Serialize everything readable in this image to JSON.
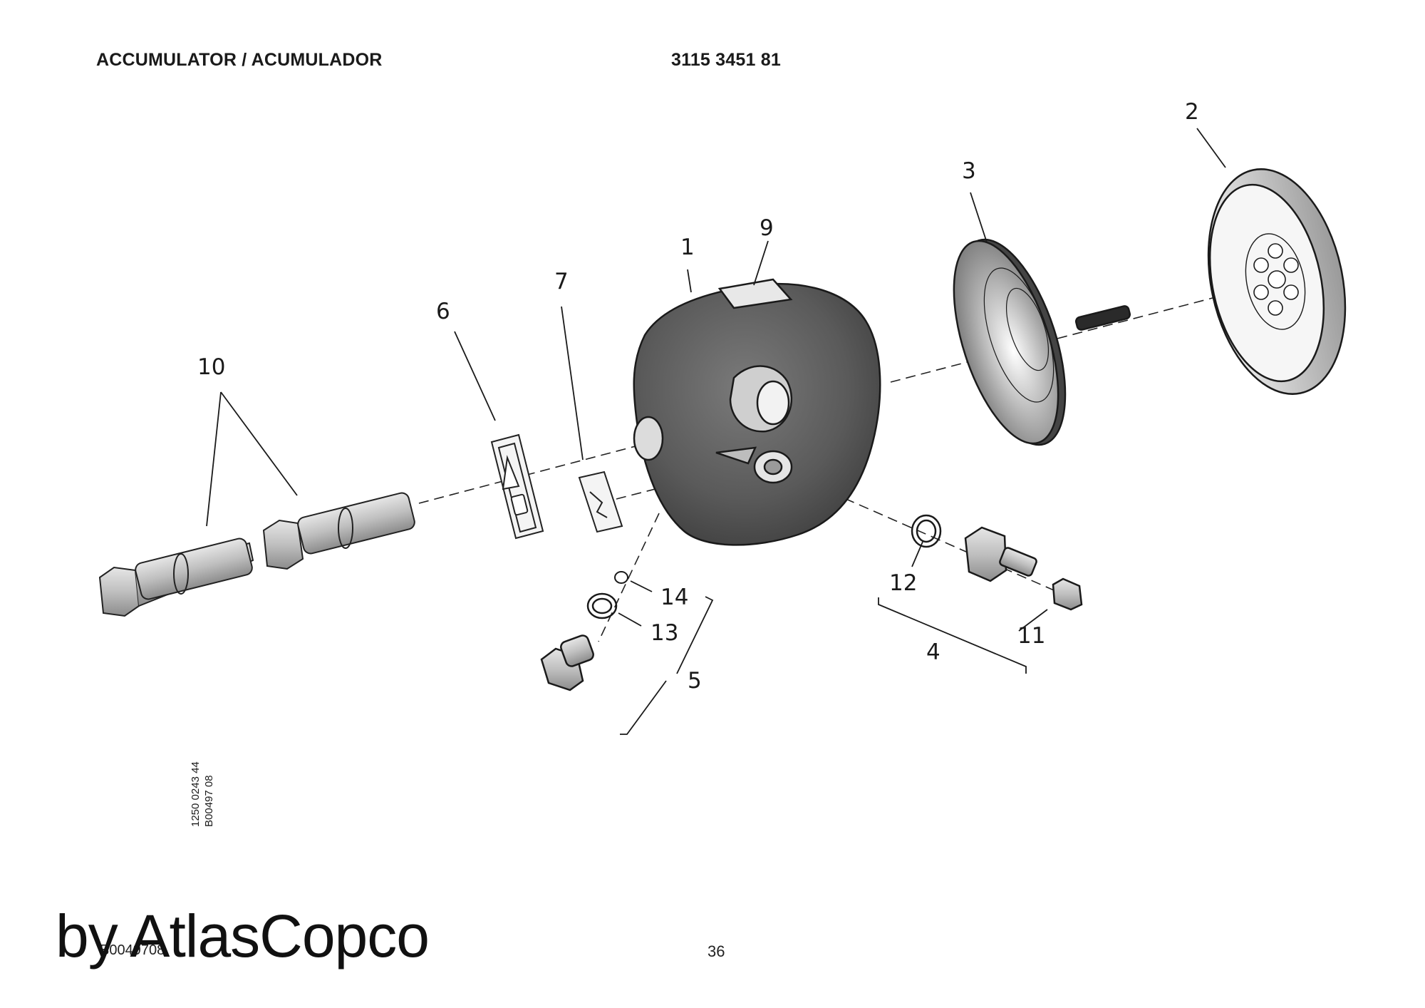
{
  "header": {
    "title": "ACCUMULATOR / ACUMULADOR",
    "doc_number": "3115 3451 81"
  },
  "callouts": {
    "c1": "1",
    "c2": "2",
    "c3": "3",
    "c4": "4",
    "c5": "5",
    "c6": "6",
    "c7": "7",
    "c9": "9",
    "c10": "10",
    "c11": "11",
    "c12": "12",
    "c13": "13",
    "c14": "14"
  },
  "side_codes": {
    "line1": "1250 0243 44",
    "line2": "B00497 08"
  },
  "footer": {
    "brand": "by AtlasCopco",
    "code": "B0049708",
    "page": "36"
  }
}
